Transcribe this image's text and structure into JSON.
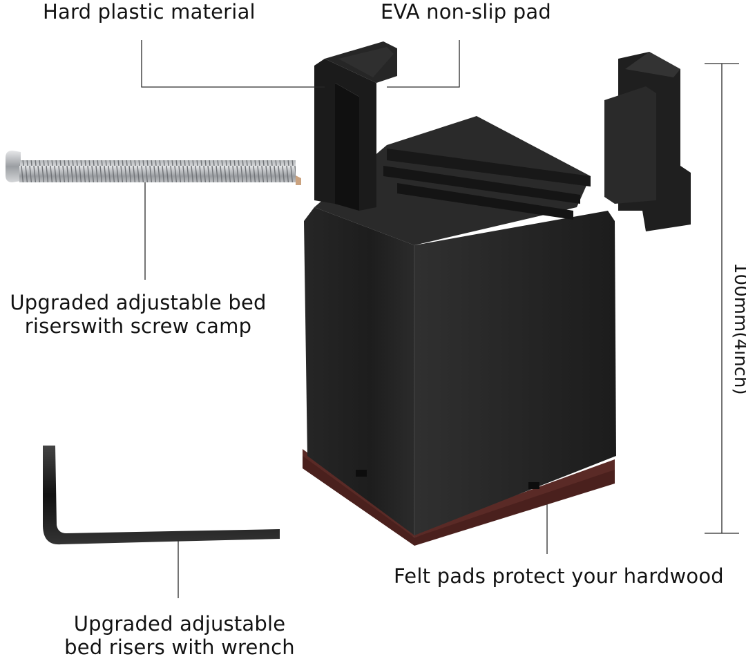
{
  "labels": {
    "hard_plastic": "Hard plastic material",
    "eva_pad": "EVA non-slip pad",
    "screw_line1": "Upgraded adjustable bed",
    "screw_line2": "riserswith screw camp",
    "felt_pads": "Felt pads protect your hardwood",
    "wrench_line1": "Upgraded adjustable",
    "wrench_line2": "bed risers with wrench",
    "height": "100mm(4inch)"
  },
  "colors": {
    "riser_body": "#1e1e1e",
    "felt": "#5a2a26",
    "screw": "#b9bcbf",
    "wrench": "#1a1a1a"
  }
}
